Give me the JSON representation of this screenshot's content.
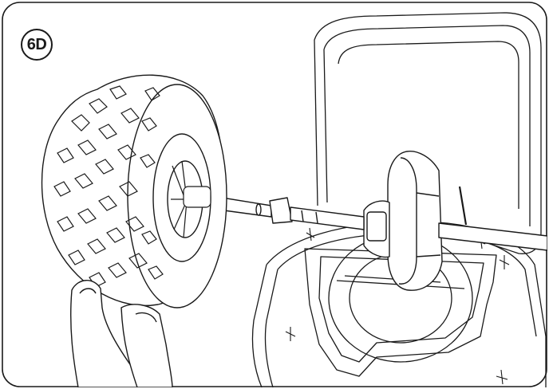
{
  "figure": {
    "step_label": "6D",
    "line_color": "#1a1a1a",
    "background": "#ffffff",
    "parts": [
      "wheel-tire",
      "wheel-hub",
      "axle-shaft",
      "gear-housing",
      "frame-tray",
      "mower-deck",
      "hands"
    ]
  }
}
